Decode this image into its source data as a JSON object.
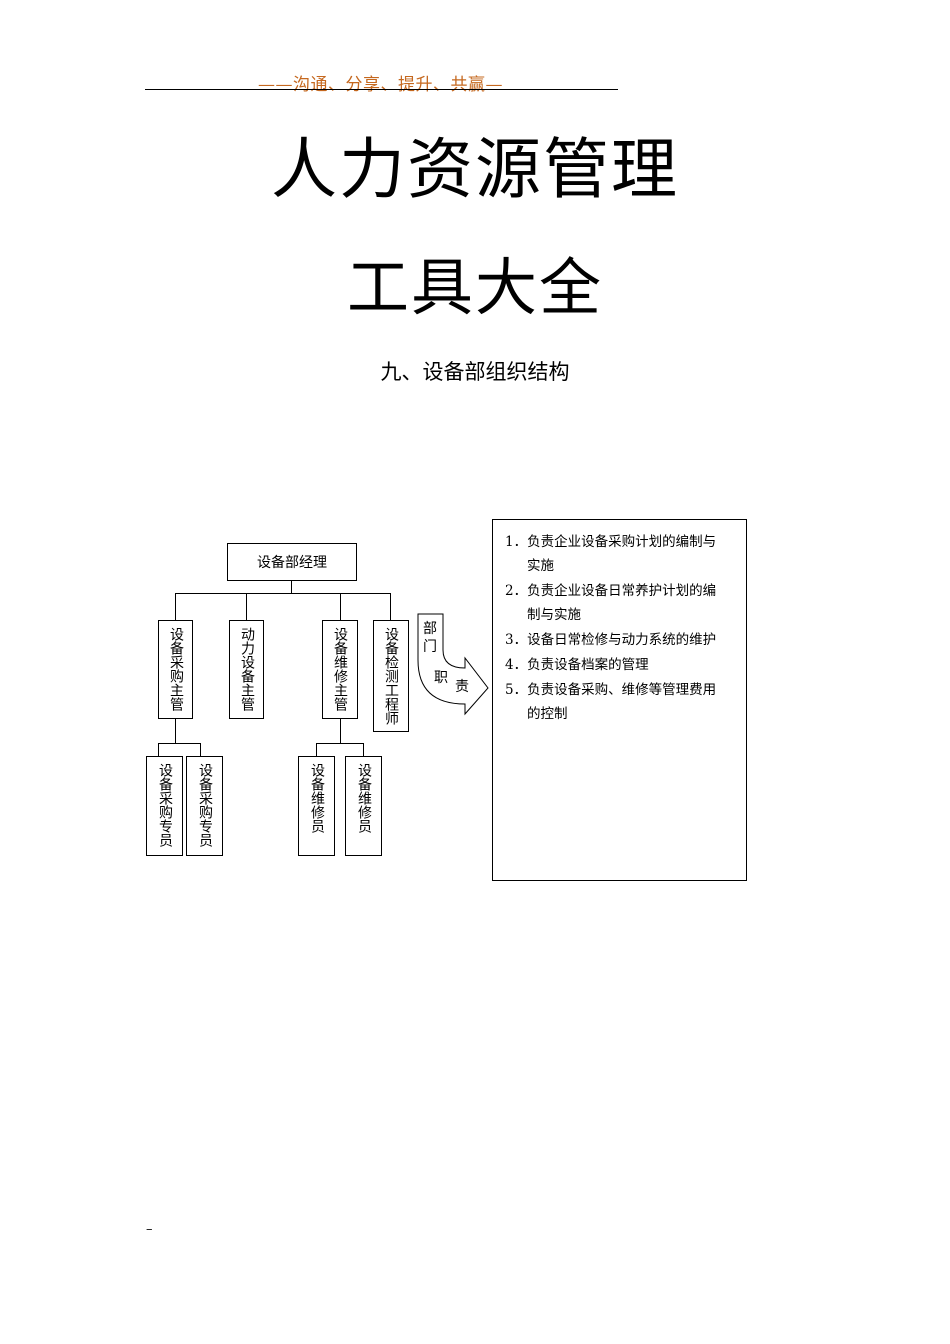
{
  "header": {
    "slogan": "——沟通、分享、提升、共赢—"
  },
  "title": {
    "line1": "人力资源管理",
    "line2": "工具大全"
  },
  "section_title": "九、设备部组织结构",
  "org": {
    "manager": "设备部经理",
    "level2": [
      "设备采购主管",
      "动力设备主管",
      "设备维修主管",
      "设备检测工程师"
    ],
    "level3_purchase": [
      "设备采购专员",
      "设备采购专员"
    ],
    "level3_repair": [
      "设备维修员",
      "设备维修员"
    ]
  },
  "arrow": {
    "part1": "部门",
    "part2": "职",
    "part3": "责"
  },
  "duties": [
    {
      "num": "1．",
      "line1": "负责企业设备采购计划的编制与",
      "line2": "实施"
    },
    {
      "num": "2．",
      "line1": "负责企业设备日常养护计划的编",
      "line2": "制与实施"
    },
    {
      "num": "3．",
      "line1": "设备日常检修与动力系统的维护",
      "line2": ""
    },
    {
      "num": "4．",
      "line1": "负责设备档案的管理",
      "line2": ""
    },
    {
      "num": "5．",
      "line1": "负责设备采购、维修等管理费用",
      "line2": "的控制"
    }
  ],
  "footer": "–"
}
